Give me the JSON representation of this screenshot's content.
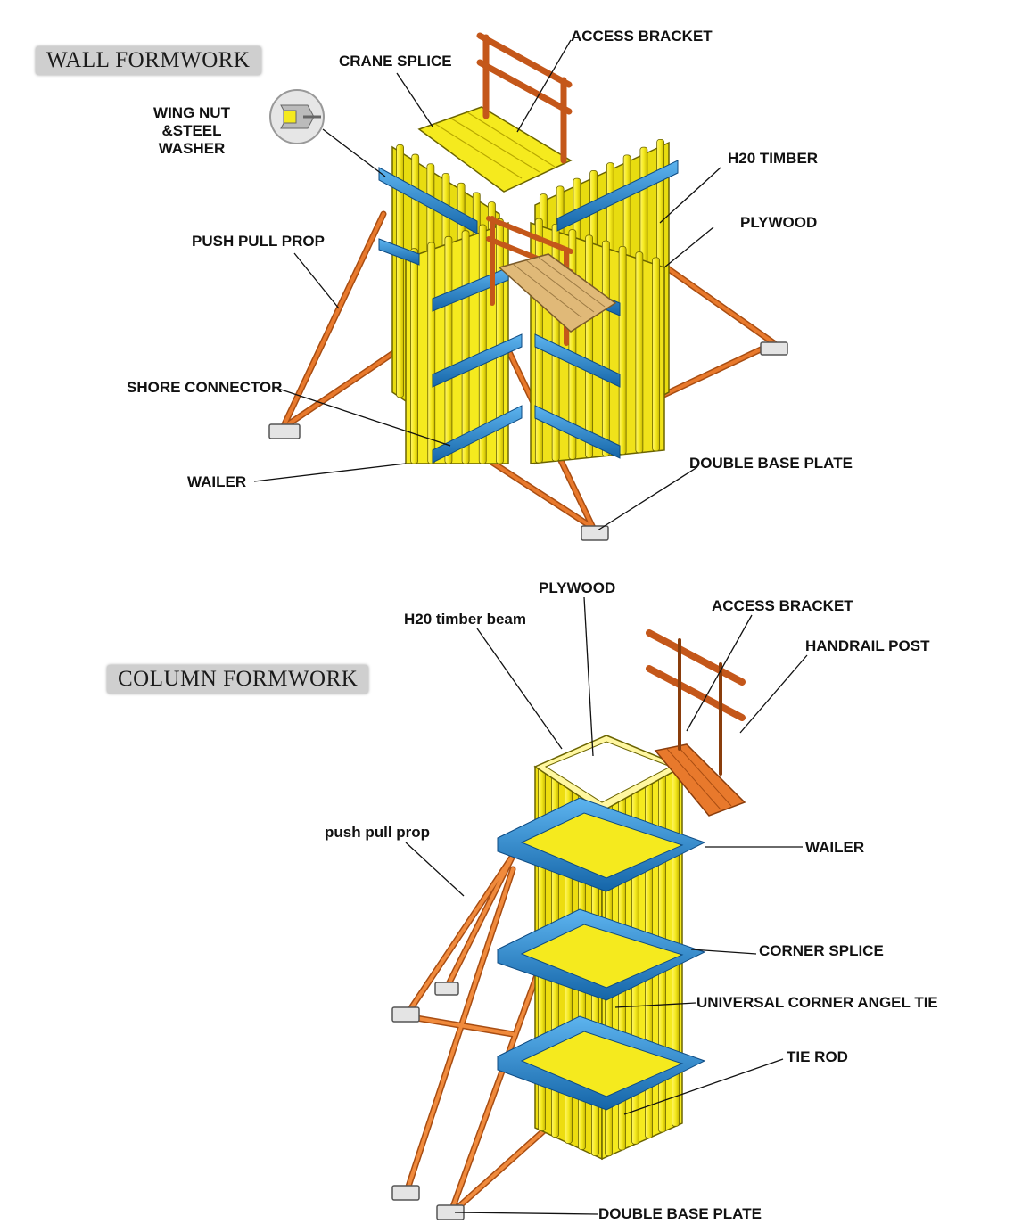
{
  "wall_section": {
    "title": "WALL FORMWORK",
    "labels": {
      "access_bracket": "ACCESS BRACKET",
      "crane_splice": "CRANE SPLICE",
      "wing_nut": "WING NUT &STEEL\nWASHER",
      "h20_timber": "H20 TIMBER",
      "plywood": "PLYWOOD",
      "push_pull_prop": "PUSH PULL PROP",
      "shore_connector": "SHORE CONNECTOR",
      "wailer": "WAILER",
      "double_base_plate": "DOUBLE BASE PLATE"
    }
  },
  "column_section": {
    "title": "COLUMN FORMWORK",
    "labels": {
      "plywood": "PLYWOOD",
      "h20_timber_beam": "H20 timber beam",
      "access_bracket": "ACCESS BRACKET",
      "handrail_post": "HANDRAIL POST",
      "push_pull_prop": "push pull prop",
      "wailer": "WAILER",
      "corner_splice": "CORNER SPLICE",
      "universal_corner_angel_tie": "UNIVERSAL CORNER ANGEL TIE",
      "tie_rod": "TIE ROD",
      "double_base_plate": "DOUBLE BASE PLATE"
    }
  },
  "colors": {
    "timber_yellow": "#f5ea1e",
    "timber_shade": "#c9b800",
    "wailer_blue": "#2a8fd6",
    "wailer_dark": "#1565a8",
    "prop_orange": "#e8792c",
    "prop_dark": "#a84d12",
    "base_plate_gray": "#d8d8d8",
    "deck_wood": "#e0b978"
  }
}
